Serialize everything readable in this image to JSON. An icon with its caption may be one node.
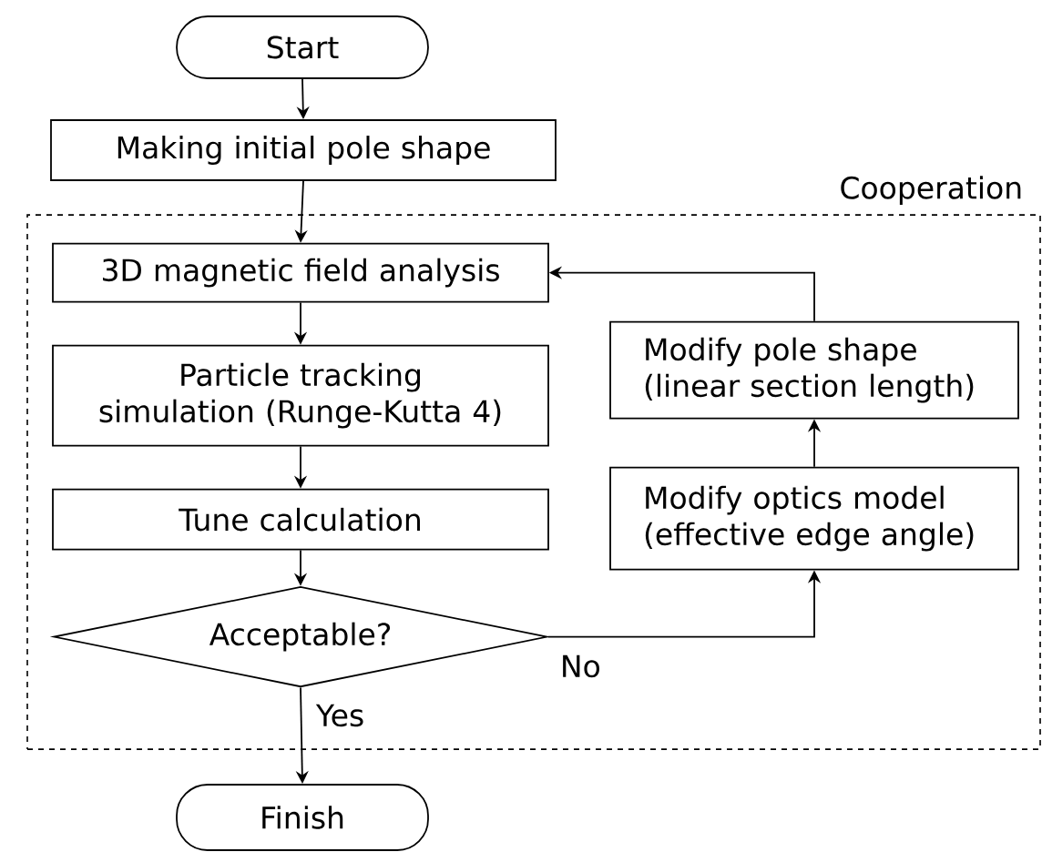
{
  "diagram": {
    "nodes": [
      {
        "text": [
          "Start"
        ]
      },
      {
        "text": [
          "Making initial pole shape"
        ]
      },
      {
        "text": [
          "Cooperation"
        ]
      },
      {
        "text": [
          "3D magnetic field analysis"
        ],
        "in": 2
      },
      {
        "text": [
          "Particle tracking simulation (Runge-Kutta 4)"
        ],
        "in": 2
      },
      {
        "text": [
          "Tune calculation"
        ],
        "in": 2
      },
      {
        "text": [
          "Acceptable?"
        ],
        "in": 2
      },
      {
        "text": [
          "Modify pole shape (linear section length)"
        ],
        "in": 2
      },
      {
        "text": [
          "Modify optics model (effective edge angle)"
        ],
        "in": 2
      },
      {
        "text": [
          "Finish"
        ]
      }
    ],
    "edges": [
      {
        "from": 0,
        "to": 1,
        "arrow": "to"
      },
      {
        "from": 1,
        "to": 3,
        "arrow": "to"
      },
      {
        "from": 3,
        "to": 4,
        "arrow": "to"
      },
      {
        "from": 4,
        "to": 5,
        "arrow": "to"
      },
      {
        "from": 5,
        "to": 6,
        "arrow": "to"
      },
      {
        "from": 6,
        "to": 8,
        "arrow": "to",
        "label": "No"
      },
      {
        "from": 8,
        "to": 7,
        "arrow": "to"
      },
      {
        "from": 7,
        "to": 3,
        "arrow": "to"
      },
      {
        "from": 6,
        "to": 9,
        "arrow": "to",
        "label": "Yes"
      }
    ]
  }
}
